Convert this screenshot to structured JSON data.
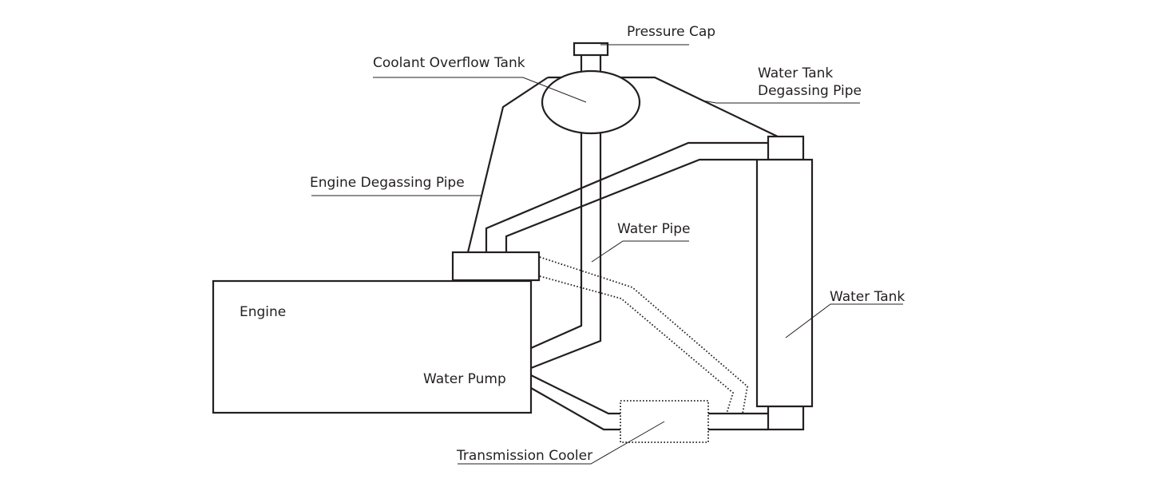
{
  "diagram": {
    "labels": {
      "pressure_cap": "Pressure Cap",
      "coolant_overflow_tank": "Coolant Overflow Tank",
      "water_tank_degassing_pipe_line1": "Water Tank",
      "water_tank_degassing_pipe_line2": "Degassing Pipe",
      "engine_degassing_pipe": "Engine Degassing Pipe",
      "water_pipe": "Water Pipe",
      "water_tank": "Water Tank",
      "engine": "Engine",
      "water_pump": "Water Pump",
      "transmission_cooler": "Transmission Cooler"
    }
  }
}
